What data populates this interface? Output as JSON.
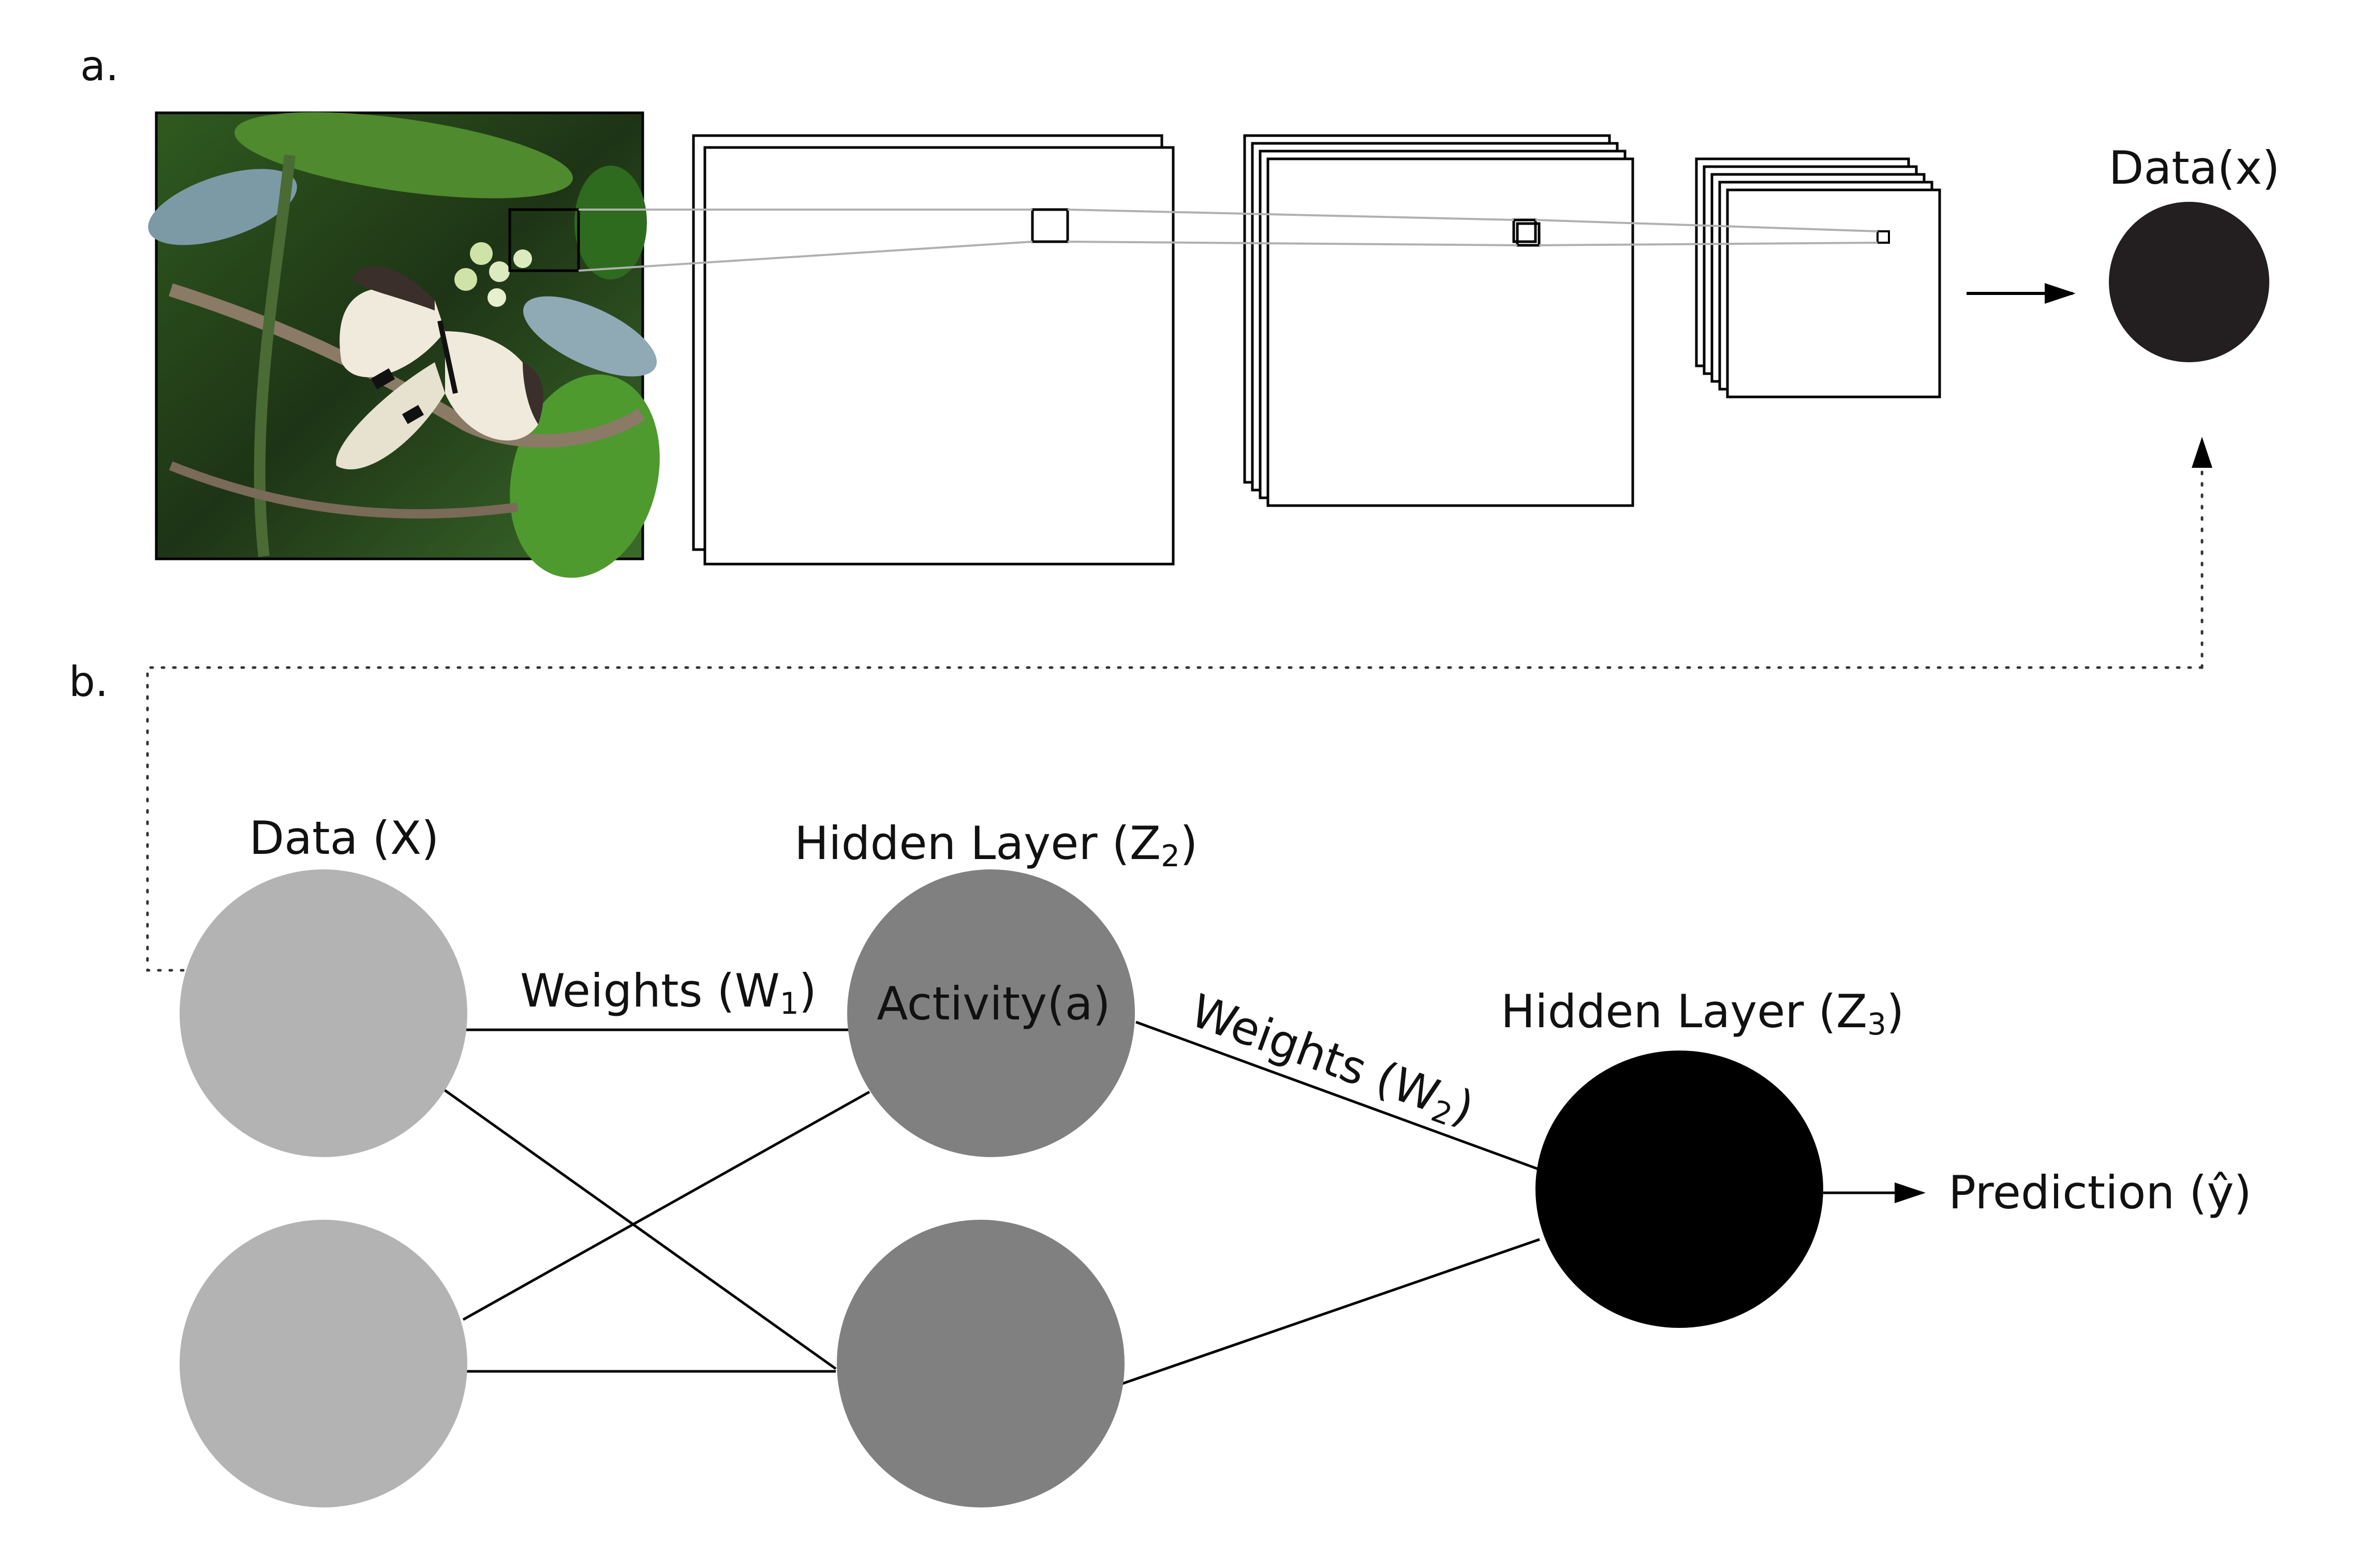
{
  "panels": {
    "a": "a.",
    "b": "b."
  },
  "cnn": {
    "output_label": "Data(x)"
  },
  "network": {
    "data_label": "Data (X)",
    "hidden1_label": "Hidden Layer (Z",
    "hidden1_sub": "2",
    "activity_label": "Activity(a)",
    "hidden2_label": "Hidden Layer (Z",
    "hidden2_sub": "3",
    "weights1_label": "Weights (W",
    "weights1_sub": "1",
    "weights2_label": "Weights (W",
    "weights2_sub": "2",
    "prediction_label": "Prediction (ŷ)",
    "close_paren": ")"
  },
  "colors": {
    "input_node": "#b3b3b3",
    "hidden_node": "#808080",
    "output_node": "#000000",
    "data_node": "#231f20",
    "line": "#000000",
    "cnn_link": "#b0b0b0"
  }
}
